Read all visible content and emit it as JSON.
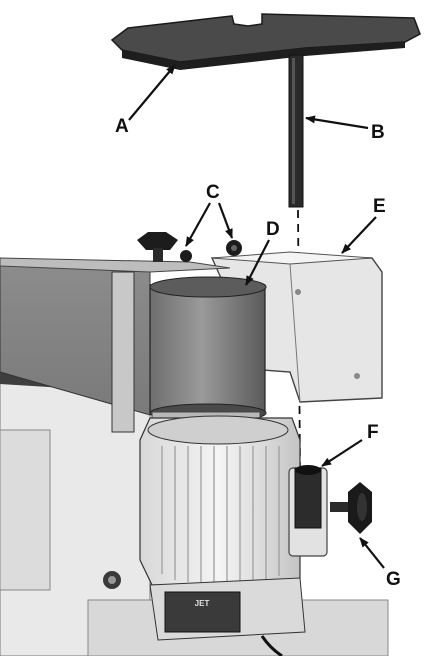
{
  "figure": {
    "labels": {
      "A": "A",
      "B": "B",
      "C": "C",
      "D": "D",
      "E": "E",
      "F": "F",
      "G": "G"
    },
    "brand_plate_text": "JET"
  }
}
